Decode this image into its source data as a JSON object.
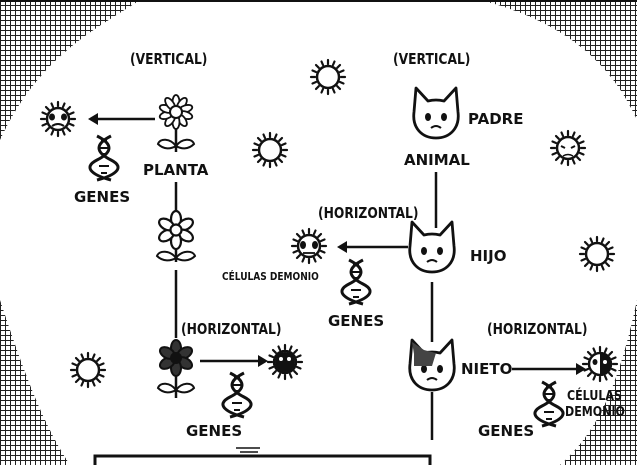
{
  "labels": {
    "vertical_left": "(VERTICAL)",
    "vertical_right": "(VERTICAL)",
    "planta": "PLANTA",
    "genes_top_left": "GENES",
    "padre": "PADRE",
    "animal": "ANIMAL",
    "horizontal_mid": "(HORIZONTAL)",
    "hijo": "HIJO",
    "celulas_demonio_mid": "CÉLULAS DEMONIO",
    "genes_mid": "GENES",
    "horizontal_left": "(HORIZONTAL)",
    "genes_bottom_left": "GENES",
    "horizontal_right": "(HORIZONTAL)",
    "nieto": "NIETO",
    "celulas_right": "CÉLULAS",
    "demonio_right": "DEMONIO",
    "genes_bottom_right": "GENES"
  }
}
